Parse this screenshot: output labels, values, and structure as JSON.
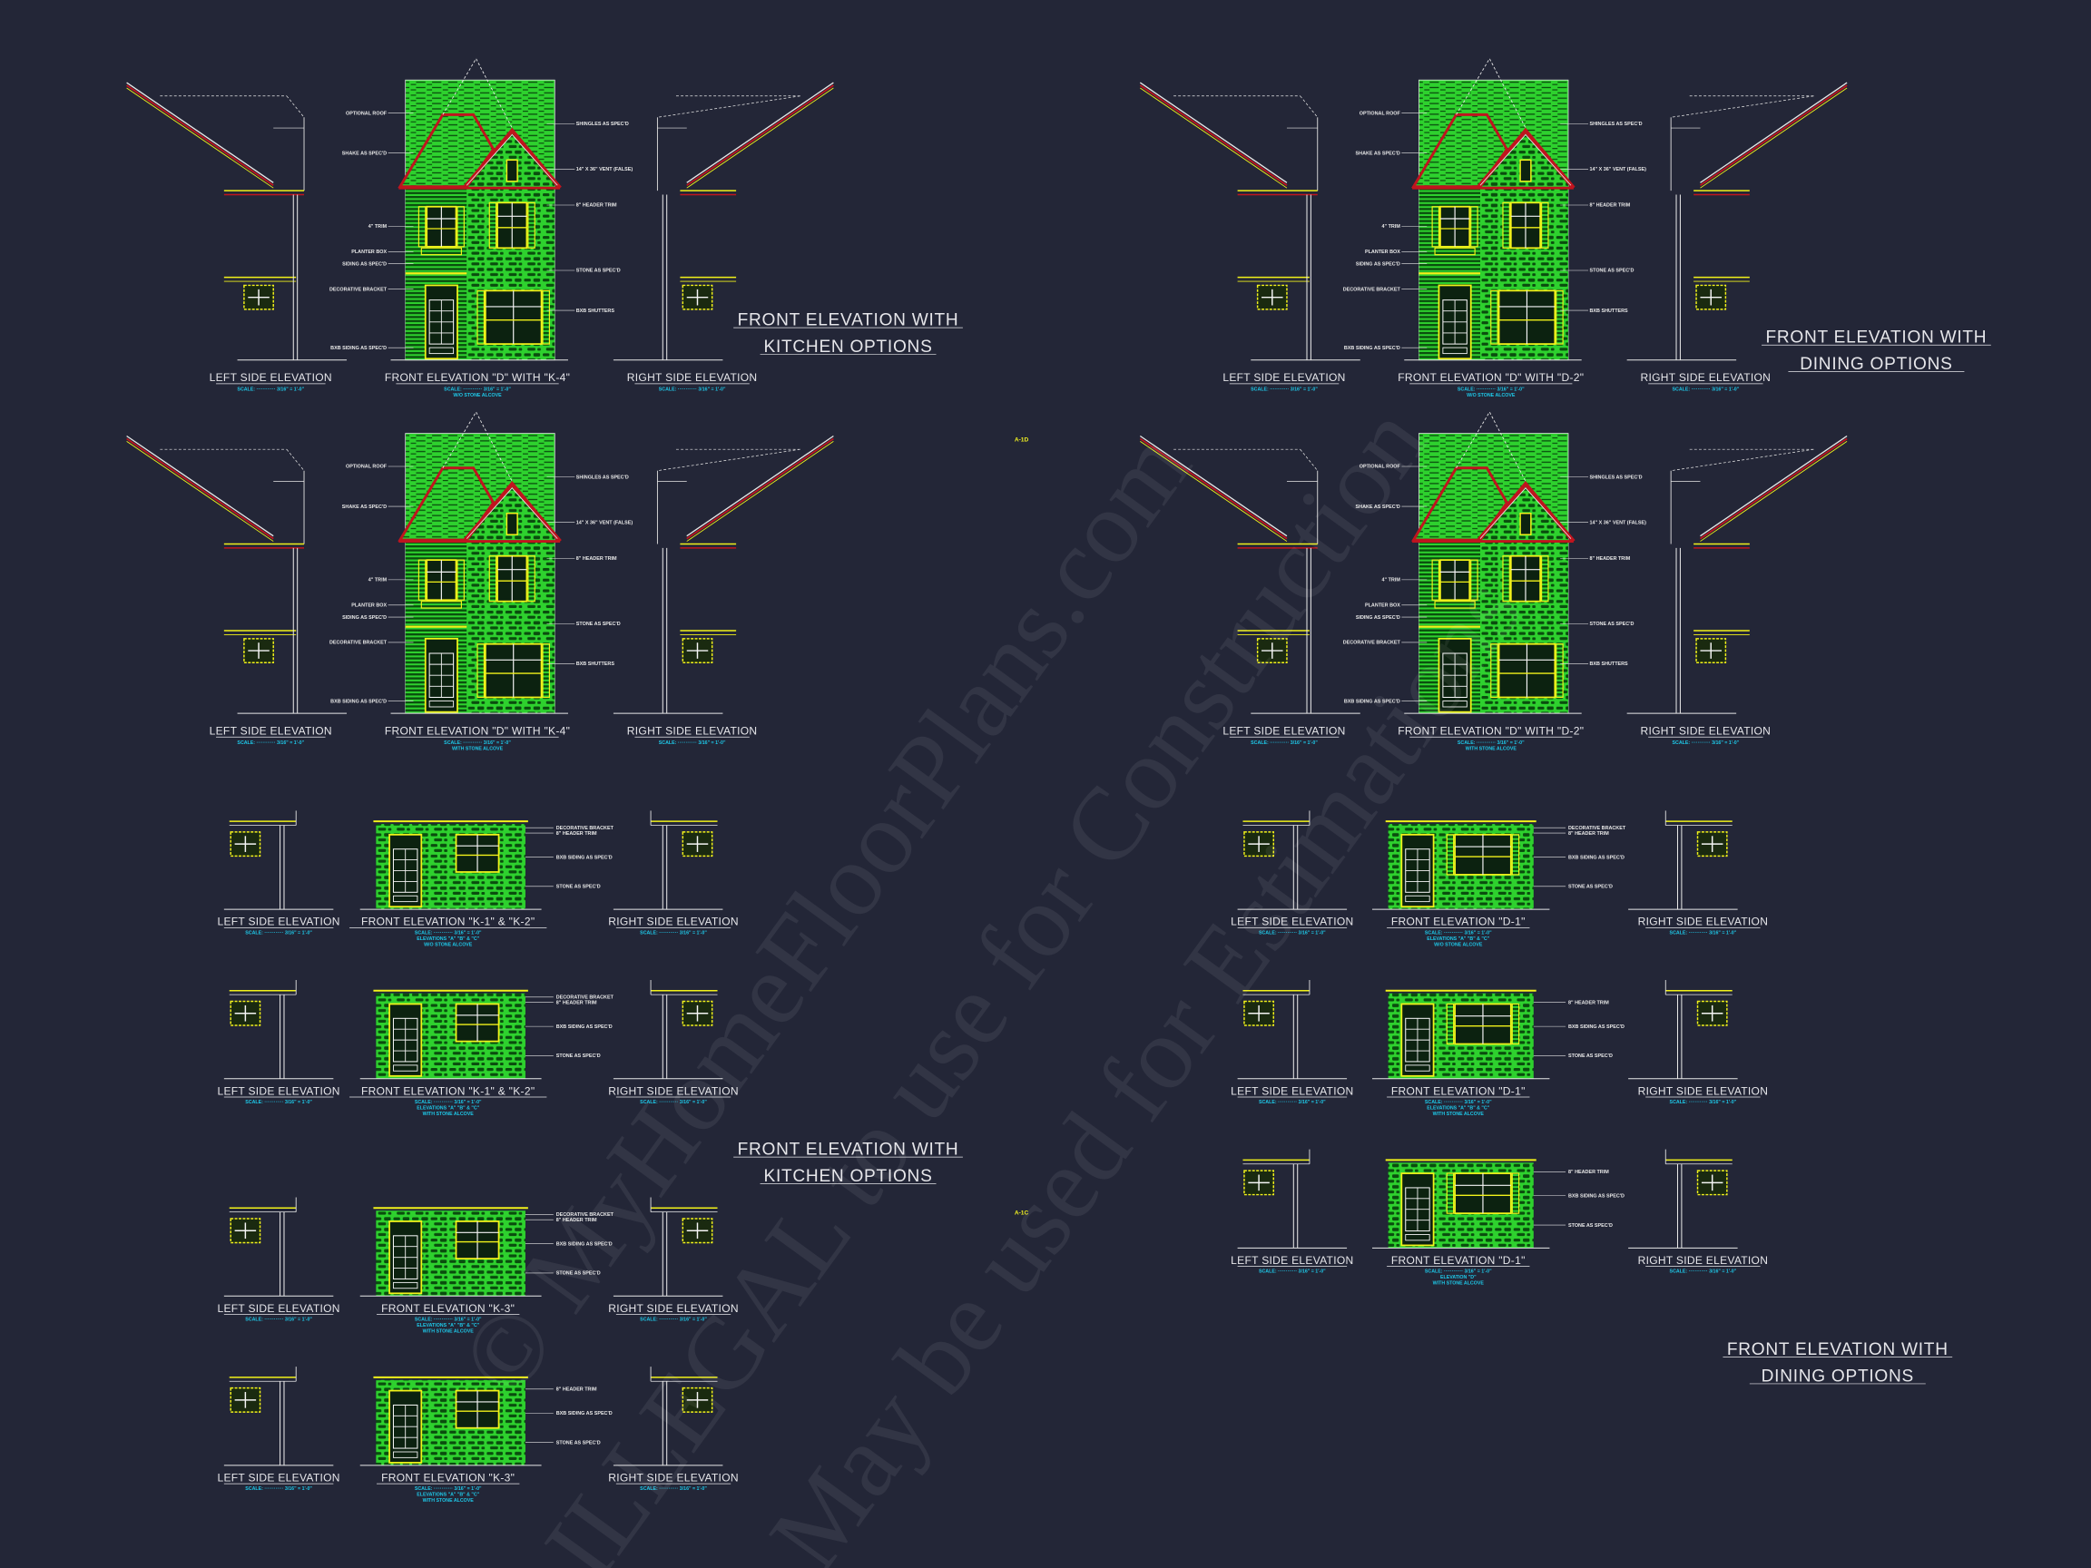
{
  "colors": {
    "background": "#232637",
    "stone_green": "#2ed12e",
    "dark_green": "#0a4d0e",
    "trim_yellow": "#f2f21a",
    "roof_red": "#c0141e",
    "line_white": "#e8e8e8",
    "scale_cyan": "#1ec8e8"
  },
  "sheet_tags": [
    "A-1D",
    "A-1C"
  ],
  "titles": [
    {
      "line1": "FRONT ELEVATION WITH",
      "line2": "KITCHEN OPTIONS"
    },
    {
      "line1": "FRONT ELEVATION WITH",
      "line2": "DINING OPTIONS"
    },
    {
      "line1": "FRONT ELEVATION WITH",
      "line2": "KITCHEN OPTIONS"
    },
    {
      "line1": "FRONT ELEVATION WITH",
      "line2": "DINING OPTIONS"
    }
  ],
  "large_sets": [
    {
      "left_label": "LEFT SIDE ELEVATION",
      "left_scale": "SCALE: ············ 3/16\" = 1'-0\"",
      "front_label": "FRONT ELEVATION \"D\" WITH \"K-4\"",
      "front_scale": "SCALE: ············ 3/16\" = 1'-0\"",
      "front_sub": "W/O STONE ALCOVE",
      "right_label": "RIGHT SIDE ELEVATION",
      "right_scale": "SCALE: ············ 3/16\" = 1'-0\"",
      "notes_left": [
        "OPTIONAL ROOF",
        "SHAKE AS SPEC'D",
        "4\" TRIM",
        "PLANTER BOX",
        "SIDING AS SPEC'D",
        "DECORATIVE BRACKET",
        "BXB SIDING AS SPEC'D"
      ],
      "notes_right": [
        "SHINGLES AS SPEC'D",
        "14\" X 36\" VENT (FALSE)",
        "8\" HEADER TRIM",
        "STONE AS SPEC'D",
        "BXB SHUTTERS"
      ]
    },
    {
      "left_label": "LEFT SIDE ELEVATION",
      "left_scale": "SCALE: ············ 3/16\" = 1'-0\"",
      "front_label": "FRONT ELEVATION \"D\" WITH \"D-2\"",
      "front_scale": "SCALE: ············ 3/16\" = 1'-0\"",
      "front_sub": "W/O STONE ALCOVE",
      "right_label": "RIGHT SIDE ELEVATION",
      "right_scale": "SCALE: ············ 3/16\" = 1'-0\"",
      "notes_left": [
        "OPTIONAL ROOF",
        "SHAKE AS SPEC'D",
        "4\" TRIM",
        "PLANTER BOX",
        "SIDING AS SPEC'D",
        "DECORATIVE BRACKET",
        "BXB SIDING AS SPEC'D"
      ],
      "notes_right": [
        "SHINGLES AS SPEC'D",
        "14\" X 36\" VENT (FALSE)",
        "8\" HEADER TRIM",
        "STONE AS SPEC'D",
        "BXB SHUTTERS"
      ]
    },
    {
      "left_label": "LEFT SIDE ELEVATION",
      "left_scale": "SCALE: ············ 3/16\" = 1'-0\"",
      "front_label": "FRONT ELEVATION \"D\" WITH \"K-4\"",
      "front_scale": "SCALE: ············ 3/16\" = 1'-0\"",
      "front_sub": "WITH STONE ALCOVE",
      "right_label": "RIGHT SIDE ELEVATION",
      "right_scale": "SCALE: ············ 3/16\" = 1'-0\"",
      "notes_left": [
        "OPTIONAL ROOF",
        "SHAKE AS SPEC'D",
        "4\" TRIM",
        "PLANTER BOX",
        "SIDING AS SPEC'D",
        "DECORATIVE BRACKET",
        "BXB SIDING AS SPEC'D"
      ],
      "notes_right": [
        "SHINGLES AS SPEC'D",
        "14\" X 36\" VENT (FALSE)",
        "8\" HEADER TRIM",
        "STONE AS SPEC'D",
        "BXB SHUTTERS"
      ]
    },
    {
      "left_label": "LEFT SIDE ELEVATION",
      "left_scale": "SCALE: ············ 3/16\" = 1'-0\"",
      "front_label": "FRONT ELEVATION \"D\" WITH \"D-2\"",
      "front_scale": "SCALE: ············ 3/16\" = 1'-0\"",
      "front_sub": "WITH STONE ALCOVE",
      "right_label": "RIGHT SIDE ELEVATION",
      "right_scale": "SCALE: ············ 3/16\" = 1'-0\"",
      "notes_left": [
        "OPTIONAL ROOF",
        "SHAKE AS SPEC'D",
        "4\" TRIM",
        "PLANTER BOX",
        "SIDING AS SPEC'D",
        "DECORATIVE BRACKET",
        "BXB SIDING AS SPEC'D"
      ],
      "notes_right": [
        "SHINGLES AS SPEC'D",
        "14\" X 36\" VENT (FALSE)",
        "8\" HEADER TRIM",
        "STONE AS SPEC'D",
        "BXB SHUTTERS"
      ]
    }
  ],
  "small_sets": [
    {
      "left_label": "LEFT SIDE ELEVATION",
      "left_scale": "SCALE: ············ 3/16\" = 1'-0\"",
      "front_label": "FRONT ELEVATION \"K-1\" & \"K-2\"",
      "front_scale": "SCALE: ············ 3/16\" = 1'-0\"",
      "front_sub1": "ELEVATIONS \"A\" \"B\" & \"C\"",
      "front_sub2": "W/O STONE ALCOVE",
      "right_label": "RIGHT SIDE ELEVATION",
      "right_scale": "SCALE: ············ 3/16\" = 1'-0\"",
      "notes": [
        "DECORATIVE BRACKET",
        "8\" HEADER TRIM",
        "BXB SIDING AS SPEC'D",
        "STONE AS SPEC'D"
      ]
    },
    {
      "left_label": "LEFT SIDE ELEVATION",
      "left_scale": "SCALE: ············ 3/16\" = 1'-0\"",
      "front_label": "FRONT ELEVATION \"K-1\" & \"K-2\"",
      "front_scale": "SCALE: ············ 3/16\" = 1'-0\"",
      "front_sub1": "ELEVATIONS \"A\" \"B\" & \"C\"",
      "front_sub2": "WITH STONE ALCOVE",
      "right_label": "RIGHT SIDE ELEVATION",
      "right_scale": "SCALE: ············ 3/16\" = 1'-0\"",
      "notes": [
        "DECORATIVE BRACKET",
        "8\" HEADER TRIM",
        "BXB SIDING AS SPEC'D",
        "STONE AS SPEC'D"
      ]
    },
    {
      "left_label": "LEFT SIDE ELEVATION",
      "left_scale": "SCALE: ············ 3/16\" = 1'-0\"",
      "front_label": "FRONT ELEVATION \"K-3\"",
      "front_scale": "SCALE: ············ 3/16\" = 1'-0\"",
      "front_sub1": "ELEVATIONS \"A\" \"B\" & \"C\"",
      "front_sub2": "WITH STONE ALCOVE",
      "right_label": "RIGHT SIDE ELEVATION",
      "right_scale": "SCALE: ············ 3/16\" = 1'-0\"",
      "notes": [
        "DECORATIVE BRACKET",
        "8\" HEADER TRIM",
        "BXB SIDING AS SPEC'D",
        "STONE AS SPEC'D"
      ]
    },
    {
      "left_label": "LEFT SIDE ELEVATION",
      "left_scale": "SCALE: ············ 3/16\" = 1'-0\"",
      "front_label": "FRONT ELEVATION \"K-3\"",
      "front_scale": "SCALE: ············ 3/16\" = 1'-0\"",
      "front_sub1": "ELEVATIONS \"A\" \"B\" & \"C\"",
      "front_sub2": "WITH STONE ALCOVE",
      "right_label": "RIGHT SIDE ELEVATION",
      "right_scale": "SCALE: ············ 3/16\" = 1'-0\"",
      "notes": [
        "8\" HEADER TRIM",
        "BXB SIDING AS SPEC'D",
        "STONE AS SPEC'D"
      ]
    },
    {
      "left_label": "LEFT SIDE ELEVATION",
      "left_scale": "SCALE: ············ 3/16\" = 1'-0\"",
      "front_label": "FRONT ELEVATION \"D-1\"",
      "front_scale": "SCALE: ············ 3/16\" = 1'-0\"",
      "front_sub1": "ELEVATIONS \"A\" \"B\" & \"C\"",
      "front_sub2": "W/O STONE ALCOVE",
      "right_label": "RIGHT SIDE ELEVATION",
      "right_scale": "SCALE: ············ 3/16\" = 1'-0\"",
      "notes": [
        "DECORATIVE BRACKET",
        "8\" HEADER TRIM",
        "BXB SIDING AS SPEC'D",
        "STONE AS SPEC'D"
      ]
    },
    {
      "left_label": "LEFT SIDE ELEVATION",
      "left_scale": "SCALE: ············ 3/16\" = 1'-0\"",
      "front_label": "FRONT ELEVATION \"D-1\"",
      "front_scale": "SCALE: ············ 3/16\" = 1'-0\"",
      "front_sub1": "ELEVATIONS \"A\" \"B\" & \"C\"",
      "front_sub2": "WITH STONE ALCOVE",
      "right_label": "RIGHT SIDE ELEVATION",
      "right_scale": "SCALE: ············ 3/16\" = 1'-0\"",
      "notes": [
        "8\" HEADER TRIM",
        "BXB SIDING AS SPEC'D",
        "STONE AS SPEC'D"
      ]
    },
    {
      "left_label": "LEFT SIDE ELEVATION",
      "left_scale": "SCALE: ············ 3/16\" = 1'-0\"",
      "front_label": "FRONT ELEVATION \"D-1\"",
      "front_scale": "SCALE: ············ 3/16\" = 1'-0\"",
      "front_sub1": "ELEVATION \"D\"",
      "front_sub2": "WITH STONE ALCOVE",
      "right_label": "RIGHT SIDE ELEVATION",
      "right_scale": "SCALE: ············ 3/16\" = 1'-0\"",
      "notes": [
        "8\" HEADER TRIM",
        "BXB SIDING AS SPEC'D",
        "STONE AS SPEC'D"
      ]
    }
  ],
  "watermark": [
    "© MyHomeFloorPlans.com",
    "ILLEGAL to use for Construction",
    "May be used for Estimations"
  ]
}
